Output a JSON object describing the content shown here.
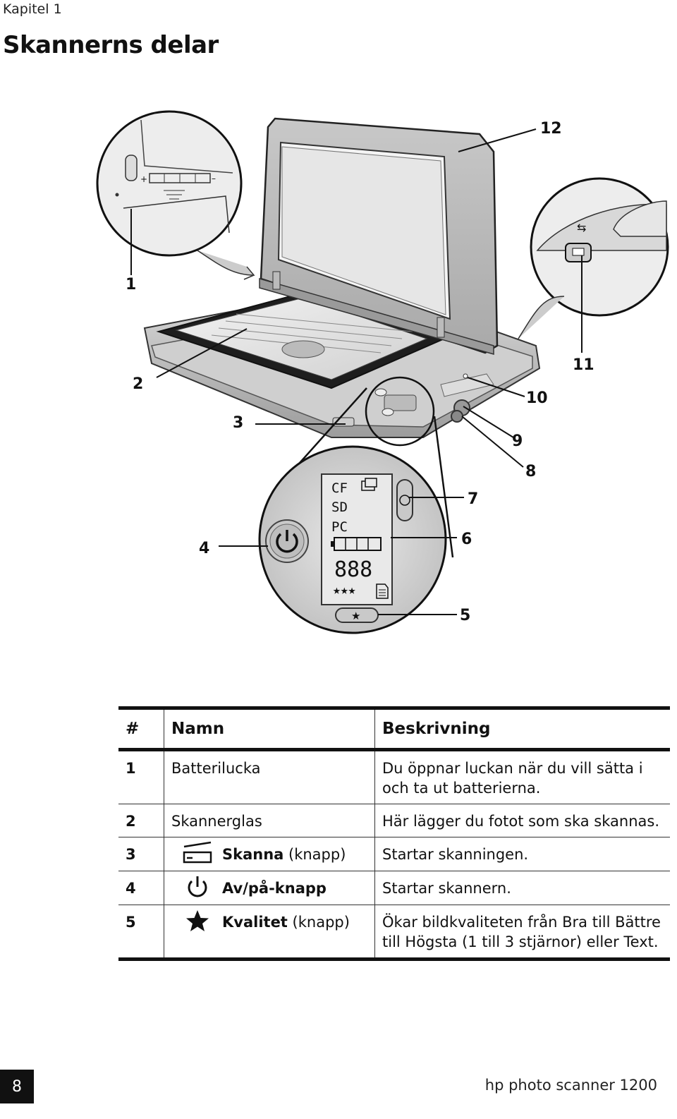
{
  "header": {
    "chapter": "Kapitel 1",
    "title": "Skannerns delar"
  },
  "figure": {
    "callouts": [
      "1",
      "2",
      "3",
      "4",
      "5",
      "6",
      "7",
      "8",
      "9",
      "10",
      "11",
      "12"
    ],
    "lcd": {
      "line1": "CF",
      "line2": "SD",
      "line3": "PC",
      "digits": "888",
      "stars": "★★★"
    },
    "battery_signs": {
      "plus": "+",
      "minus": "–"
    }
  },
  "table": {
    "headers": {
      "num": "#",
      "name": "Namn",
      "desc": "Beskrivning"
    },
    "rows": [
      {
        "num": "1",
        "name": "Batterilucka",
        "name_suffix": "",
        "icon": "",
        "desc": "Du öppnar luckan när du vill sätta i och ta ut batterierna."
      },
      {
        "num": "2",
        "name": "Skannerglas",
        "name_suffix": "",
        "icon": "",
        "desc": "Här lägger du fotot som ska skannas."
      },
      {
        "num": "3",
        "name": "Skanna",
        "name_suffix": " (knapp)",
        "icon": "scan-icon",
        "desc": "Startar skanningen."
      },
      {
        "num": "4",
        "name": "Av/på-knapp",
        "name_suffix": "",
        "icon": "power-icon",
        "desc": "Startar skannern."
      },
      {
        "num": "5",
        "name": "Kvalitet",
        "name_suffix": " (knapp)",
        "icon": "star-icon",
        "desc": "Ökar bildkvaliteten från Bra till Bättre till Högsta (1 till 3 stjärnor) eller Text."
      }
    ]
  },
  "footer": {
    "page_number": "8",
    "product": "hp photo scanner 1200"
  }
}
